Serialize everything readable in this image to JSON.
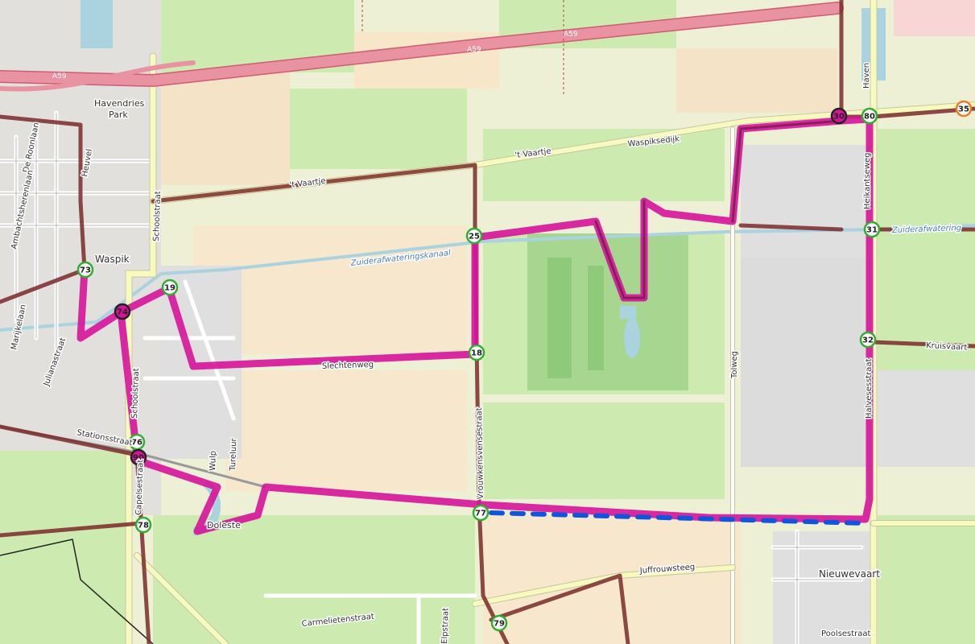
{
  "places": {
    "waspik": "Waspik",
    "havendries_park_1": "Havendries",
    "havendries_park_2": "Park",
    "nieuwevaart": "Nieuwevaart",
    "doleste": "Doleste"
  },
  "roads": {
    "a59_1": "A59",
    "a59_2": "A59",
    "a59_3": "A59",
    "t_vaartje_1": "'t Vaartje",
    "t_vaartje_2": "'t Vaartje",
    "waspiksedijk": "Waspiksedijk",
    "de_roonlaan": "De Roonlaan",
    "ambachtsherenlaan": "Ambachtsherenlaan",
    "marijkelaan": "Marijkelaan",
    "julianastraat": "Julianastraat",
    "schoolstraat": "Schoolstraat",
    "stationsstraat": "Stationsstraat",
    "schoolstraat_n": "Schoolstraat",
    "wulp": "Wulp",
    "tureluur": "Tureluur",
    "slechtenweg": "Slechtenweg",
    "vrouwkensvensestraat": "Vrouwkensvensestraat",
    "tolweg": "Tolweg",
    "juffrouwsteeg": "Juffrouwsteeg",
    "carmelietenstraat": "Carmelietenstraat",
    "poolsestraat": "Poolsestraat",
    "havenweg": "Haven",
    "heikantseweg": "Heikantseweg",
    "kruisvaart": "Kruisvaart",
    "raadhuisweg": "Halvesesstraat",
    "capelsestraat": "Capelsestraat",
    "elpstraat": "Elpstraat",
    "heuvel": "Heuvel"
  },
  "water": {
    "zuiderafwateringskanaal": "Zuiderafwateringskanaal",
    "zuiderafwatering_e": "Zuiderafwatering"
  },
  "nodes": [
    {
      "id": "30",
      "label": "30",
      "style": "black"
    },
    {
      "id": "80",
      "label": "80",
      "style": "green"
    },
    {
      "id": "35",
      "label": "35",
      "style": "orange"
    },
    {
      "id": "31",
      "label": "31",
      "style": "green"
    },
    {
      "id": "32",
      "label": "32",
      "style": "green"
    },
    {
      "id": "73",
      "label": "73",
      "style": "green"
    },
    {
      "id": "74",
      "label": "74",
      "style": "black"
    },
    {
      "id": "19",
      "label": "19",
      "style": "green"
    },
    {
      "id": "25",
      "label": "25",
      "style": "green"
    },
    {
      "id": "18",
      "label": "18",
      "style": "green"
    },
    {
      "id": "76",
      "label": "76",
      "style": "green"
    },
    {
      "id": "90",
      "label": "90",
      "style": "black"
    },
    {
      "id": "78",
      "label": "78",
      "style": "green"
    },
    {
      "id": "77",
      "label": "77",
      "style": "green"
    },
    {
      "id": "79",
      "label": "79",
      "style": "green"
    }
  ],
  "colors": {
    "background": "#f2efe9",
    "farmland": "#eef0d5",
    "grass": "#cdebb0",
    "forest": "#a6d68f",
    "residential": "#e0dfdf",
    "water": "#aad3df",
    "motorway": "#e892a2",
    "secondary_road": "#f7fabf",
    "cycle_network": "#7a2a2a",
    "route": "#d6139a",
    "gpx_track": "#1155dd",
    "node_green": "#2fae2f",
    "node_orange": "#f07820"
  }
}
